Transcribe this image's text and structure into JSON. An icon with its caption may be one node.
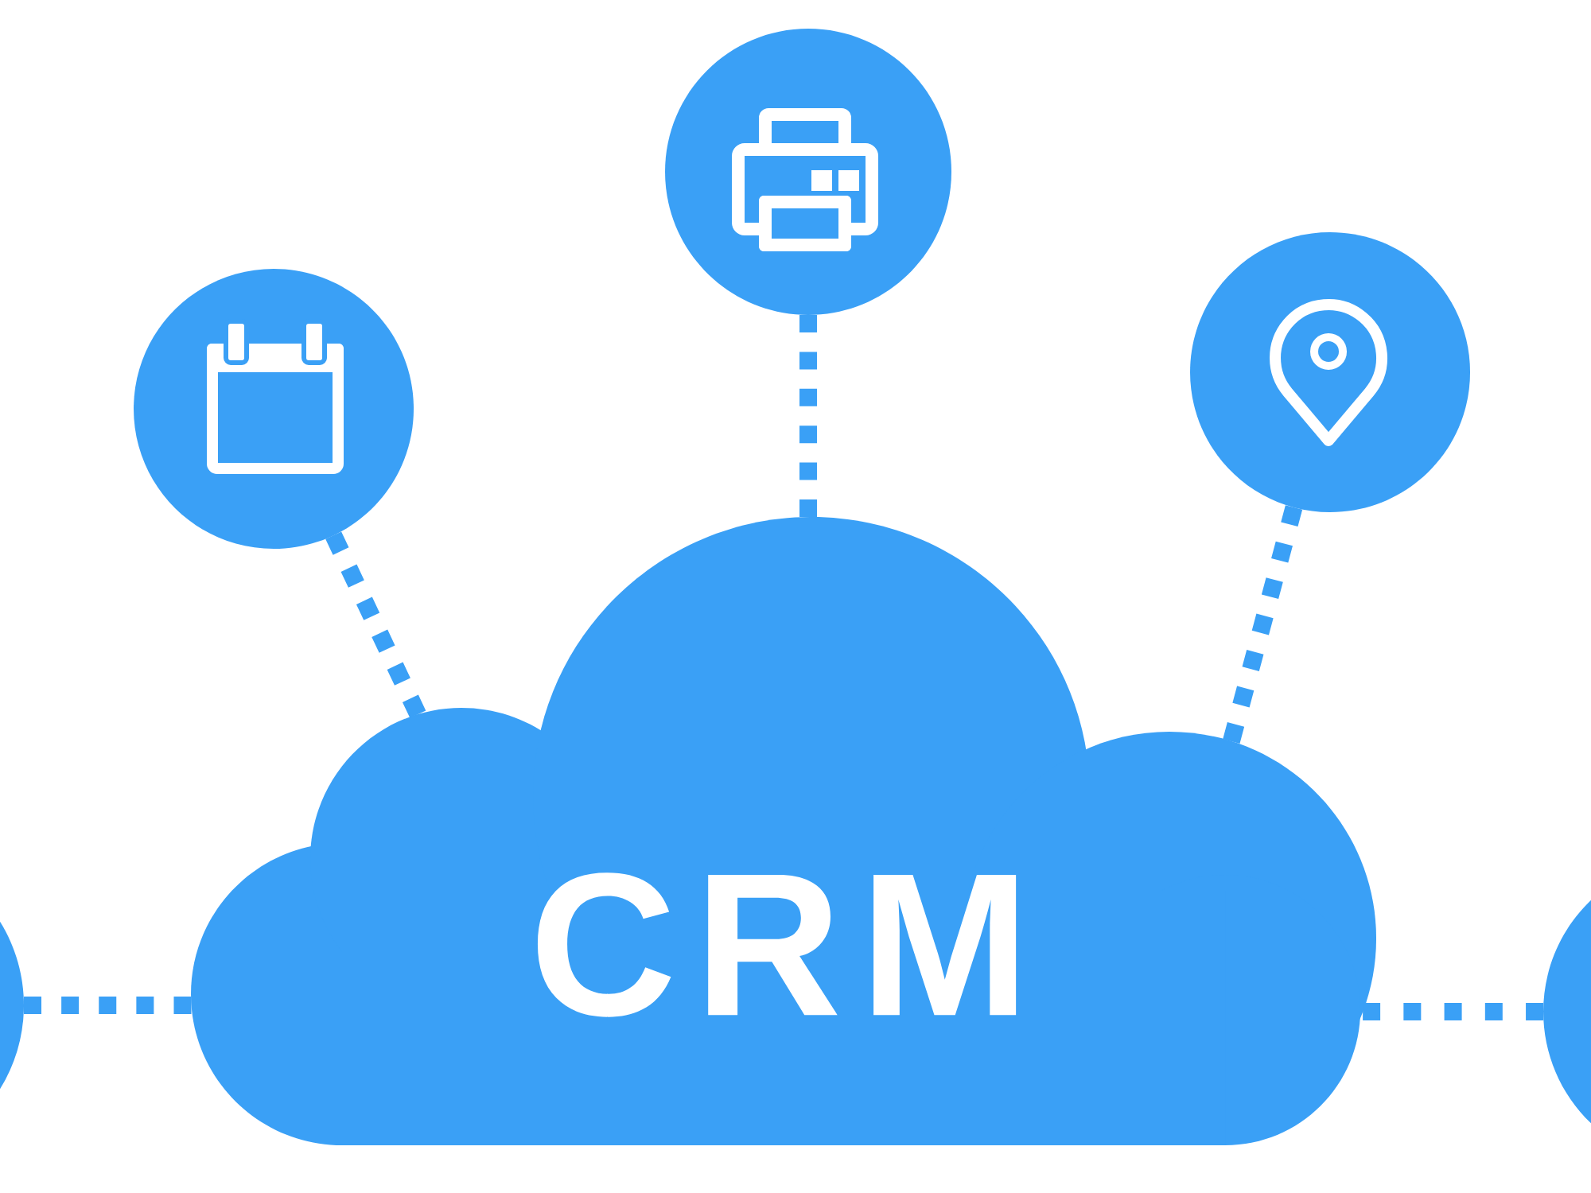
{
  "diagram": {
    "nodes": [
      {
        "text": [
          "CRM"
        ]
      },
      {
        "text": [],
        "shape": "circle"
      },
      {
        "text": [],
        "shape": "circle"
      },
      {
        "text": [],
        "shape": "circle"
      },
      {
        "text": [],
        "shape": "circle"
      },
      {
        "text": [],
        "shape": "circle"
      }
    ],
    "edges": [
      {
        "from": 1,
        "to": 0,
        "arrow": "none",
        "style": "dashed"
      },
      {
        "from": 2,
        "to": 0,
        "arrow": "none",
        "style": "dashed"
      },
      {
        "from": 3,
        "to": 0,
        "arrow": "none",
        "style": "dashed"
      },
      {
        "from": 4,
        "to": 0,
        "arrow": "none",
        "style": "dashed"
      },
      {
        "from": 0,
        "to": 5,
        "arrow": "none",
        "style": "dashed"
      }
    ]
  }
}
